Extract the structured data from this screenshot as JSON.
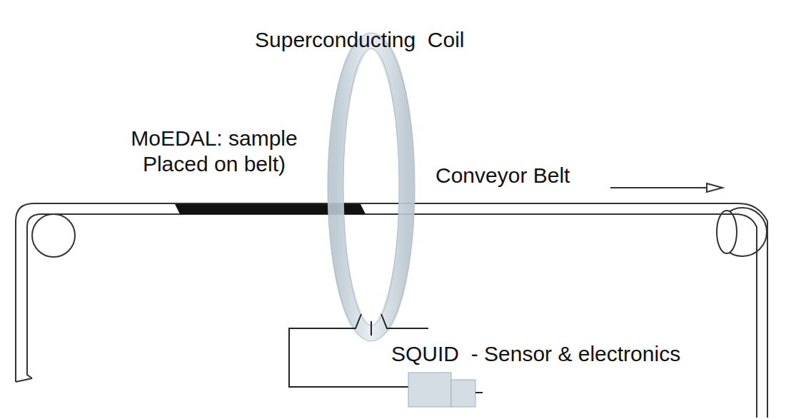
{
  "diagram": {
    "labels": [
      "Superconducting  Coil",
      "MoEDAL: sample Placed on belt)",
      "Conveyor Belt",
      "SQUID  - Sensor & electronics"
    ]
  }
}
